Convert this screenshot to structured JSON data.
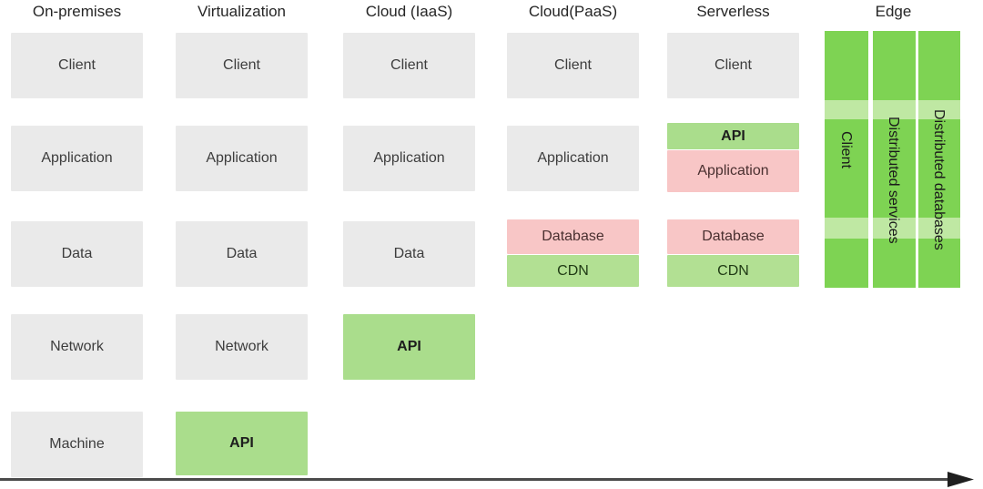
{
  "diagram": {
    "title_visible": false,
    "colors": {
      "grey": "#eaeaea",
      "api_green": "#aadd8c",
      "cdn_green": "#b2e093",
      "pink": "#f8c6c6",
      "edge_green": "#7ed353",
      "edge_band": "#bfe8a3",
      "axis": "#4a4a4a",
      "text": "#3d3d3d"
    },
    "columns": [
      {
        "id": "on-premises",
        "header": "On-premises",
        "blocks": [
          {
            "label": "Client",
            "style": "grey"
          },
          {
            "label": "Application",
            "style": "grey"
          },
          {
            "label": "Data",
            "style": "grey"
          },
          {
            "label": "Network",
            "style": "grey"
          },
          {
            "label": "Machine",
            "style": "grey"
          }
        ]
      },
      {
        "id": "virtualization",
        "header": "Virtualization",
        "blocks": [
          {
            "label": "Client",
            "style": "grey"
          },
          {
            "label": "Application",
            "style": "grey"
          },
          {
            "label": "Data",
            "style": "grey"
          },
          {
            "label": "Network",
            "style": "grey"
          },
          {
            "label": "API",
            "style": "green"
          }
        ]
      },
      {
        "id": "cloud-iaas",
        "header": "Cloud (IaaS)",
        "blocks": [
          {
            "label": "Client",
            "style": "grey"
          },
          {
            "label": "Application",
            "style": "grey"
          },
          {
            "label": "Data",
            "style": "grey"
          },
          {
            "label": "API",
            "style": "green"
          }
        ]
      },
      {
        "id": "cloud-paas",
        "header": "Cloud(PaaS)",
        "blocks": [
          {
            "label": "Client",
            "style": "grey"
          },
          {
            "label": "Application",
            "style": "grey"
          },
          {
            "label": "Database",
            "style": "pink"
          },
          {
            "label": "CDN",
            "style": "lightgreen"
          }
        ]
      },
      {
        "id": "serverless",
        "header": "Serverless",
        "blocks": [
          {
            "label": "Client",
            "style": "grey"
          },
          {
            "label": "API",
            "style": "green"
          },
          {
            "label": "Application",
            "style": "pink"
          },
          {
            "label": "Database",
            "style": "pink"
          },
          {
            "label": "CDN",
            "style": "lightgreen"
          }
        ]
      },
      {
        "id": "edge",
        "header": "Edge",
        "blocks": [
          {
            "label": "Client",
            "style": "edge"
          },
          {
            "label": "Distributed services",
            "style": "edge"
          },
          {
            "label": "Distributed databases",
            "style": "edge"
          }
        ]
      }
    ],
    "axis": {
      "name": "evolution-arrow",
      "direction": "left-to-right",
      "label": ""
    }
  }
}
